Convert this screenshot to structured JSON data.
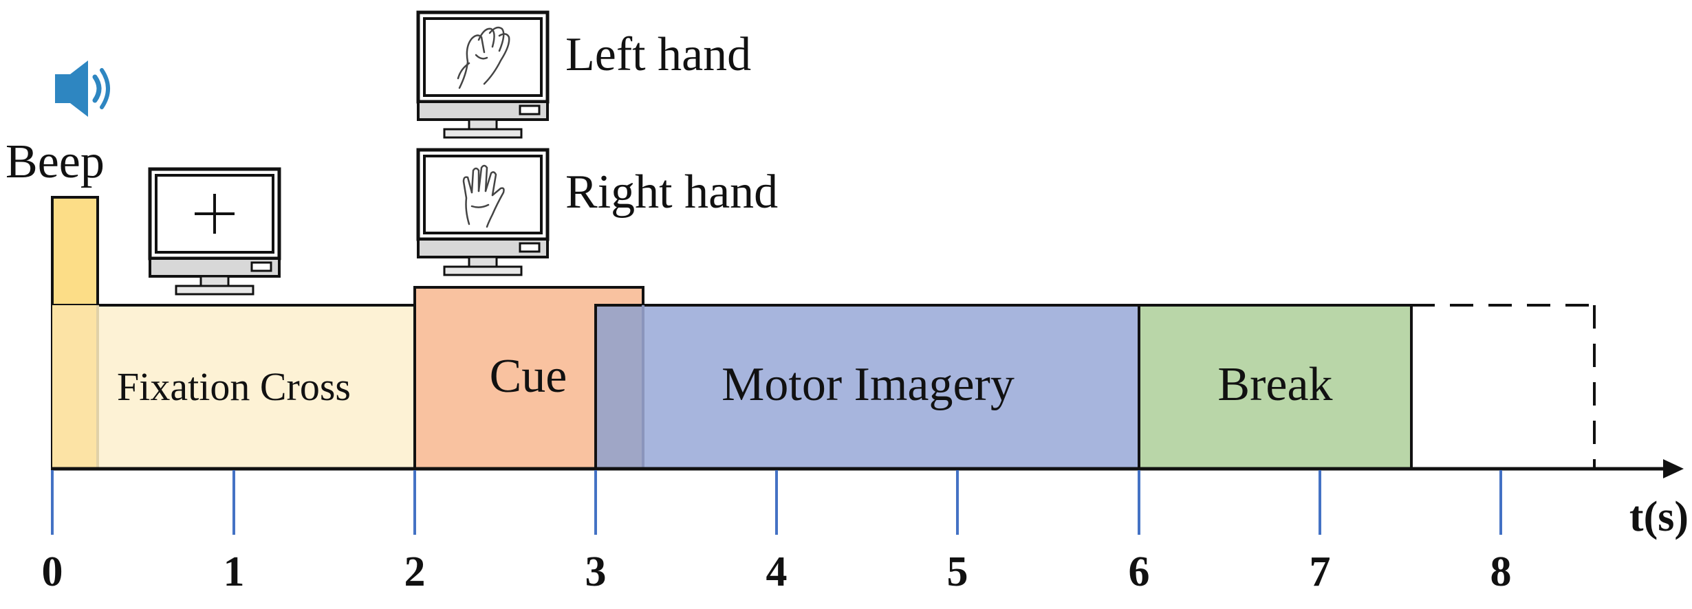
{
  "beep": {
    "label": "Beep",
    "icon": "speaker-icon"
  },
  "phases": [
    {
      "id": "fixation",
      "label": "Fixation Cross",
      "start": 0,
      "end": 2,
      "color": "#FDF1D3"
    },
    {
      "id": "cue",
      "label": "Cue",
      "start": 2,
      "end": 3.25,
      "color": "#F9C2A0"
    },
    {
      "id": "motor-imagery",
      "label": "Motor Imagery",
      "start": 3,
      "end": 6,
      "color": "#A7B5DD"
    },
    {
      "id": "break",
      "label": "Break",
      "start": 6,
      "end": 7.5,
      "color": "#B9D6A8"
    },
    {
      "id": "variable",
      "label": "",
      "start": 7.5,
      "end": 8.5,
      "style": "dashed"
    }
  ],
  "beep_signal": {
    "start": 0,
    "end": 0.25,
    "color": "#FCDD87"
  },
  "cue_screens": [
    {
      "label": "Left hand",
      "icon": "left-hand-icon"
    },
    {
      "label": "Right hand",
      "icon": "right-hand-icon"
    }
  ],
  "fixation_screen": {
    "icon": "fixation-cross-icon"
  },
  "axis": {
    "unit": "t(s)",
    "ticks": [
      "0",
      "1",
      "2",
      "3",
      "4",
      "5",
      "6",
      "7",
      "8"
    ]
  },
  "colors": {
    "tick": "#4472C4",
    "speaker": "#2E86C1"
  }
}
